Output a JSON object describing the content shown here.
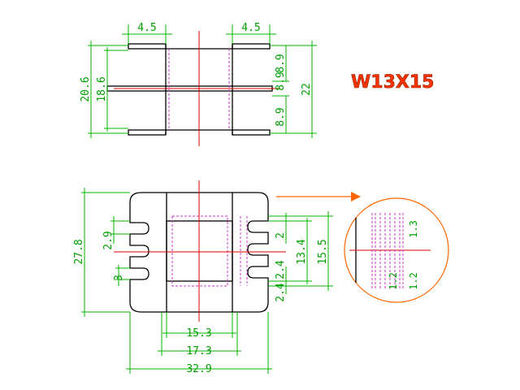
{
  "title": "W13X15",
  "top_view": {
    "dims": {
      "left_flange": "4.5",
      "right_flange": "4.5",
      "outer_height": "20.6",
      "inner_height": "18.6",
      "upper_gap": "8.9",
      "mid": "8.9",
      "lower_gap": "8.9",
      "total": "22"
    }
  },
  "front_view": {
    "dims": {
      "height": "27.8",
      "pin_pitch": "2.9",
      "left_pin": "3",
      "slot": "2",
      "inner_window": "13.4",
      "outer_window": "15.5",
      "lower_offset": "2.4",
      "lower_pitch": "2.4",
      "width_inner": "15.3",
      "width_mid": "17.3",
      "width_total": "32.9"
    }
  },
  "detail": {
    "dims": {
      "upper": "1.3",
      "lower_left": "1.2",
      "lower_right": "1.2"
    }
  },
  "colors": {
    "dimension": "#00a000",
    "outline": "#000000",
    "hidden": "#cc33cc",
    "centerline": "#e00000",
    "detail_arrow": "#ff6600",
    "title": "#ff3300"
  }
}
